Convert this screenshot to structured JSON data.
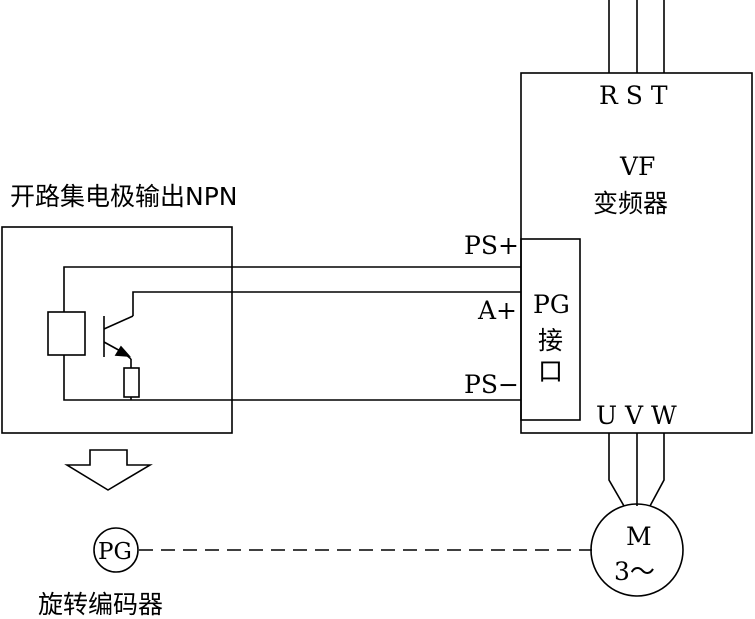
{
  "encoder_box": {
    "title": "开路集电极输出NPN"
  },
  "vfd": {
    "input_terminals": "R S T",
    "title_line1": "VF",
    "title_line2": "变频器",
    "output_terminals": "U V W"
  },
  "pg_interface": {
    "line1": "PG",
    "line2": "接",
    "line3": "口",
    "terminals": {
      "ps_plus": "PS+",
      "a_plus": "A+",
      "ps_minus": "PS−"
    }
  },
  "motor": {
    "line1": "M",
    "line2": "3～"
  },
  "pg_encoder": {
    "symbol": "PG",
    "caption": "旋转编码器"
  },
  "colors": {
    "stroke": "#000000",
    "background": "#ffffff"
  }
}
